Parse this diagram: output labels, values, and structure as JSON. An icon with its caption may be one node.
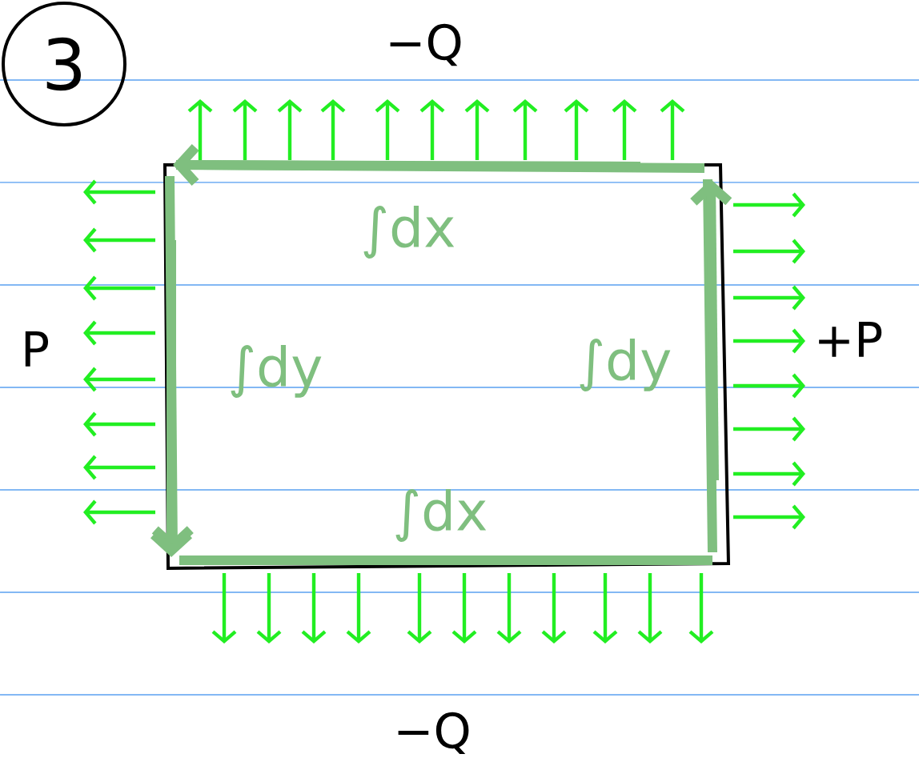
{
  "diagram": {
    "nodes": [
      {
        "text": [
          "3"
        ]
      }
    ],
    "labels": [
      "−Q",
      "∫dx",
      "P",
      "∫dy",
      "∫dy",
      "+P",
      "∫dx",
      "−Q"
    ]
  }
}
